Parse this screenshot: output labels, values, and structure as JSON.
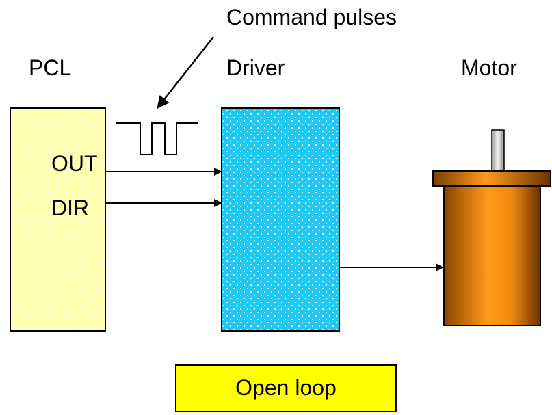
{
  "labels": {
    "command_pulses": "Command pulses",
    "pcl": "PCL",
    "driver": "Driver",
    "motor": "Motor",
    "out": "OUT",
    "dir": "DIR",
    "open_loop": "Open loop"
  },
  "colors": {
    "pcl_fill": "#ffffb0",
    "driver_fill": "#21c8f2",
    "motor_light": "#ff9a1a",
    "motor_dark": "#6a3300",
    "caption_fill": "#ffff00",
    "line": "#000000"
  }
}
